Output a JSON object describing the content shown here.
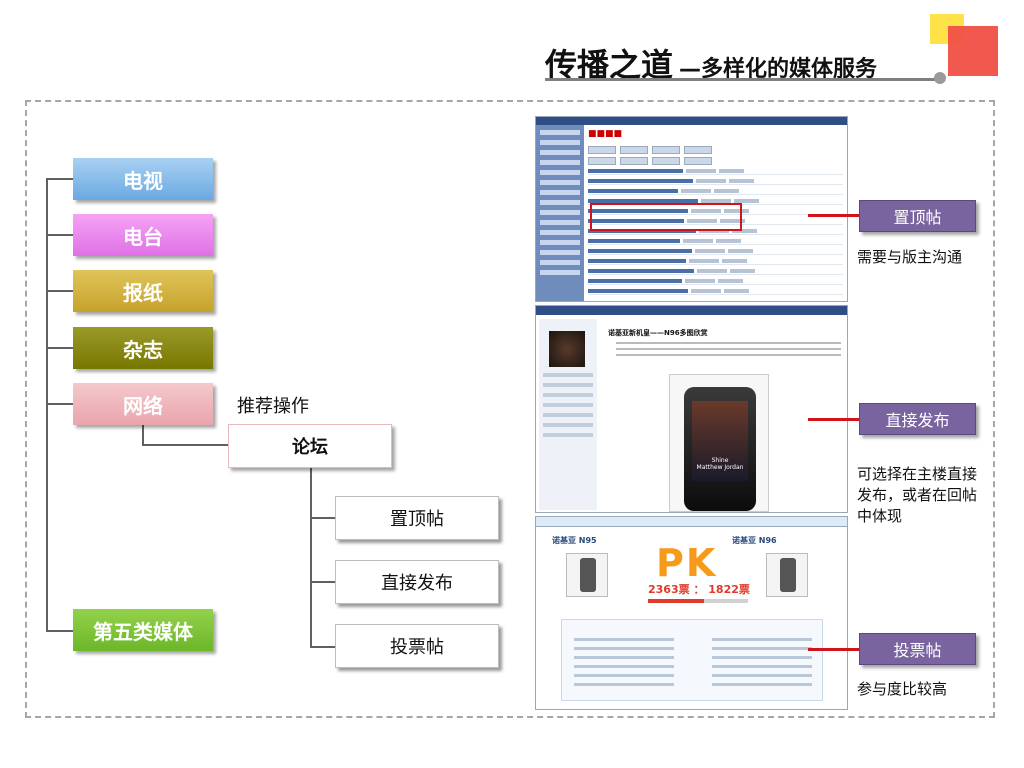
{
  "title": {
    "main": "传播之道",
    "sub": "—多样化的媒体服务"
  },
  "categories": {
    "tv": "电视",
    "radio": "电台",
    "newspaper": "报纸",
    "magazine": "杂志",
    "internet": "网络",
    "fifth_media": "第五类媒体"
  },
  "recommend_label": "推荐操作",
  "forum": "论坛",
  "forum_ops": [
    "置顶帖",
    "直接发布",
    "投票帖"
  ],
  "callouts": {
    "sticky": {
      "label": "置顶帖",
      "note": "需要与版主沟通"
    },
    "direct": {
      "label": "直接发布",
      "note": "可选择在主楼直接发布，或者在回帖中体现"
    },
    "vote": {
      "label": "投票帖",
      "note": "参与度比较高"
    }
  },
  "screenshot_post": {
    "title": "诺基亚新机皇——N96多图欣赏",
    "caption_song": "Shine",
    "caption_artist": "Matthew Jordan"
  },
  "screenshot_vote": {
    "left_name": "诺基亚 N95",
    "right_name": "诺基亚 N96",
    "pk": "PK",
    "score": "2363票 ： 1822票"
  },
  "colors": {
    "tv": "#6aa9e2",
    "radio": "#e070e6",
    "newspaper": "#c6a22a",
    "magazine": "#777700",
    "internet": "#e9a5ad",
    "fifth_media": "#6cb62a",
    "callout": "#7a64a0",
    "highlight": "#d0141a"
  }
}
